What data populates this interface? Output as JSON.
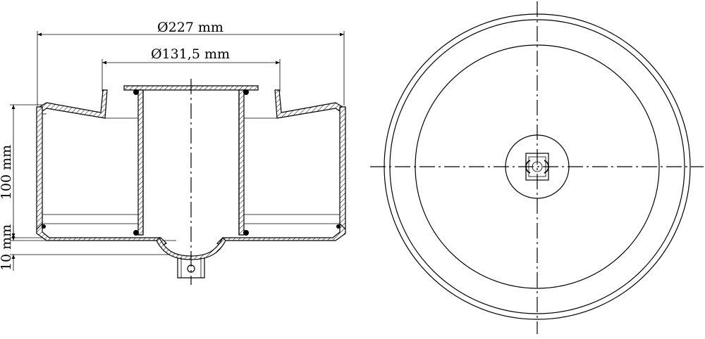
{
  "drawing": {
    "dimensions": {
      "outer_diameter": "Ø227 mm",
      "inner_diameter": "Ø131,5 mm",
      "height": "100 mm",
      "bottom_offset": "10 mm"
    },
    "colors": {
      "line": "#000000",
      "background": "#ffffff"
    }
  }
}
